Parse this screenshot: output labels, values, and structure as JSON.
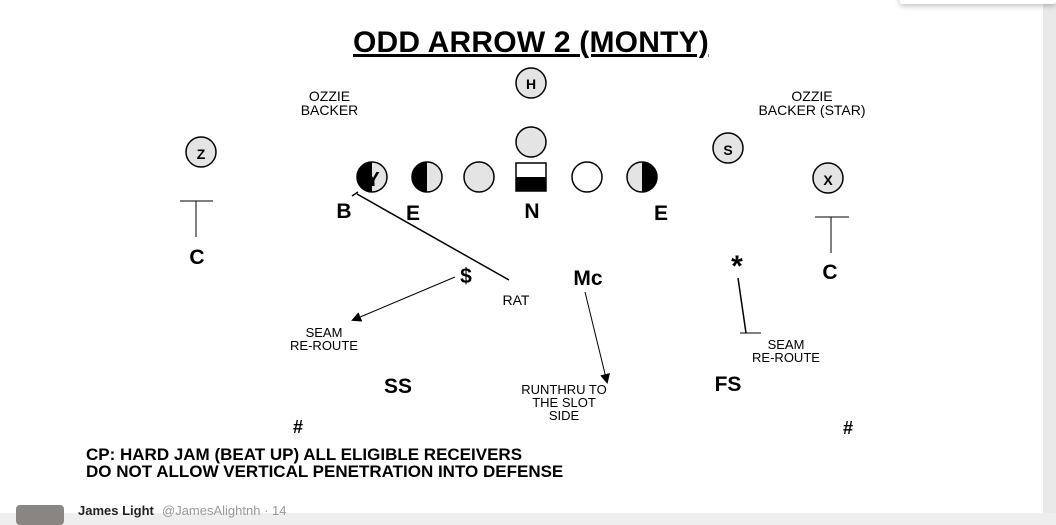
{
  "title": "ODD ARROW 2 (MONTY)",
  "labels": {
    "ozzie_left": [
      "OZZIE",
      "BACKER"
    ],
    "ozzie_right": [
      "OZZIE",
      "BACKER (STAR)"
    ],
    "seam_left": [
      "SEAM",
      "RE-ROUTE"
    ],
    "seam_right": [
      "SEAM",
      "RE-ROUTE"
    ],
    "runthru": [
      "RUNTHRU TO",
      "THE SLOT",
      "SIDE"
    ],
    "rat": "RAT"
  },
  "players": {
    "h": "H",
    "z": "Z",
    "s": "S",
    "x": "X",
    "y": "Y"
  },
  "defenders": {
    "b": "B",
    "e_left": "E",
    "n": "N",
    "e_right": "E",
    "c_left": "C",
    "c_right": "C",
    "dollar": "$",
    "mc": "Mc",
    "star": "*",
    "ss": "SS",
    "fs": "FS",
    "hash_left": "#",
    "hash_right": "#"
  },
  "coaching_points": [
    "CP: HARD JAM (BEAT UP) ALL ELIGIBLE RECEIVERS",
    "DO NOT ALLOW VERTICAL PENETRATION INTO DEFENSE"
  ],
  "footer": {
    "name": "James Light",
    "handle": "@JamesAlightnh · 14"
  }
}
